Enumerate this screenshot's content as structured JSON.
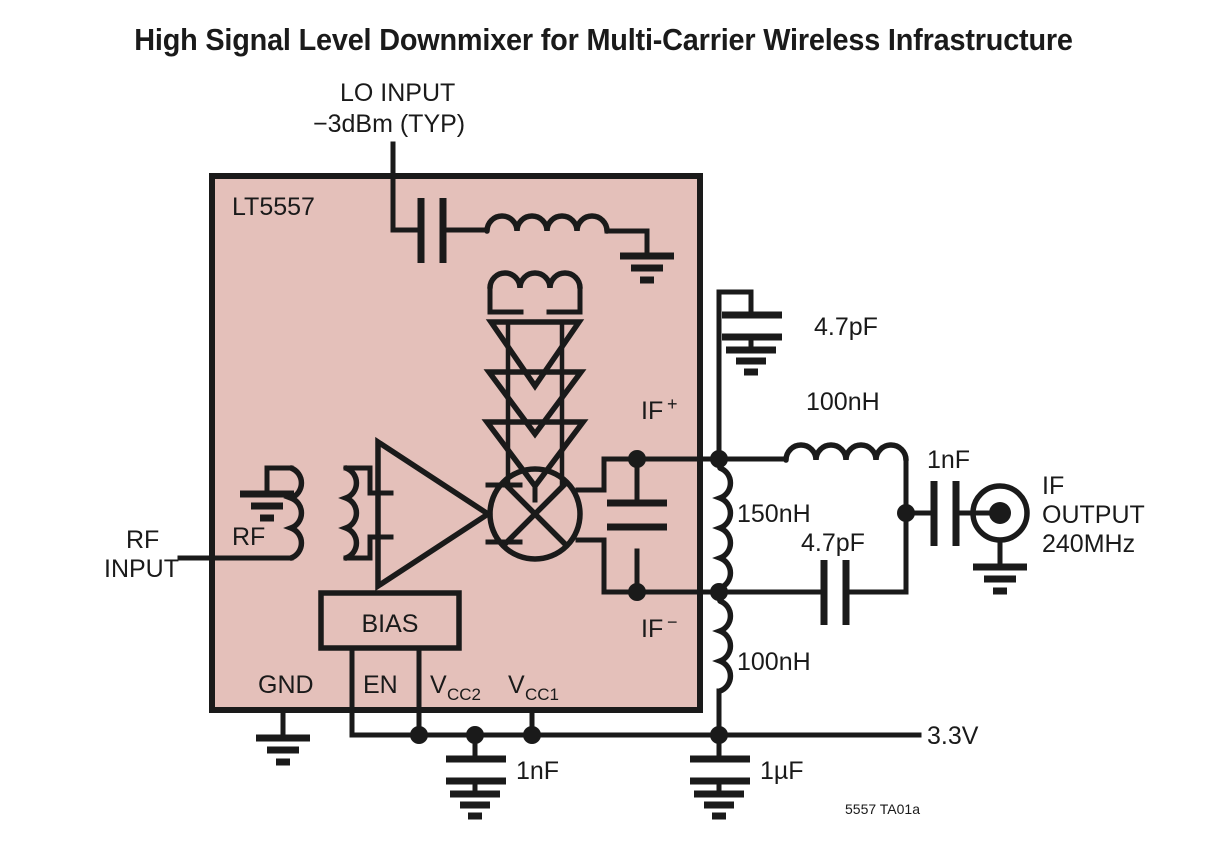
{
  "title": "High Signal Level Downmixer for Multi-Carrier Wireless Infrastructure",
  "caption": "5557 TA01a",
  "colors": {
    "chip_fill": "#E4C0BA",
    "line": "#1A1A1A",
    "background": "#FFFFFF"
  },
  "chip": {
    "part_number": "LT5557",
    "blocks": {
      "bias": "BIAS"
    },
    "ports": {
      "rf": "RF",
      "if_plus": "IF",
      "if_plus_sign": "+",
      "if_minus": "IF",
      "if_minus_sign": "−"
    },
    "pins": [
      {
        "name": "GND",
        "label": "GND",
        "sub": ""
      },
      {
        "name": "EN",
        "label": "EN",
        "sub": ""
      },
      {
        "name": "VCC2",
        "label": "V",
        "sub": "CC2"
      },
      {
        "name": "VCC1",
        "label": "V",
        "sub": "CC1"
      }
    ]
  },
  "inputs": {
    "lo": {
      "line1": "LO INPUT",
      "line2": "−3dBm (TYP)"
    },
    "rf": {
      "line1": "RF",
      "line2": "INPUT"
    }
  },
  "output": {
    "line1": "IF",
    "line2": "OUTPUT",
    "line3": "240MHz"
  },
  "supply": {
    "label": "3.3V"
  },
  "components": [
    {
      "name": "if-shunt-cap-top",
      "value": "4.7pF",
      "type": "capacitor"
    },
    {
      "name": "if-series-inductor",
      "value": "100nH",
      "type": "inductor"
    },
    {
      "name": "if-shunt-inductor",
      "value": "150nH",
      "type": "inductor"
    },
    {
      "name": "if-series-cap",
      "value": "4.7pF",
      "type": "capacitor"
    },
    {
      "name": "if-output-coupling-cap",
      "value": "1nF",
      "type": "capacitor"
    },
    {
      "name": "bias-inductor",
      "value": "100nH",
      "type": "inductor"
    },
    {
      "name": "vcc-bypass-cap",
      "value": "1nF",
      "type": "capacitor"
    },
    {
      "name": "supply-bulk-cap",
      "value": "1µF",
      "type": "capacitor"
    }
  ],
  "values": {
    "cap_47pf_top": "4.7pF",
    "ind_100nh_series": "100nH",
    "ind_150nh_shunt": "150nH",
    "cap_47pf_series": "4.7pF",
    "cap_1nf_out": "1nF",
    "ind_100nh_bias": "100nH",
    "cap_1nf_vcc": "1nF",
    "cap_1uf_supply": "1µF"
  }
}
